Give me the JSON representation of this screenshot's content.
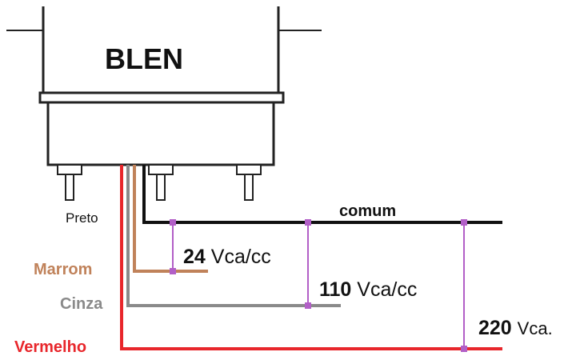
{
  "device": {
    "name": "BLEN"
  },
  "wires": {
    "preto": {
      "label": "Preto",
      "color": "#111111"
    },
    "marrom": {
      "label": "Marrom",
      "color": "#c0825a"
    },
    "cinza": {
      "label": "Cinza",
      "color": "#8a8a8a"
    },
    "vermelho": {
      "label": "Vermelho",
      "color": "#e8262b"
    }
  },
  "common_label": "comum",
  "voltages": {
    "v24": {
      "value": "24",
      "unit": "Vca/cc"
    },
    "v110": {
      "value": "110",
      "unit": "Vca/cc"
    },
    "v220": {
      "value": "220",
      "unit": "Vca."
    }
  },
  "colors": {
    "connector": "#b25fc7",
    "outline": "#222222"
  }
}
